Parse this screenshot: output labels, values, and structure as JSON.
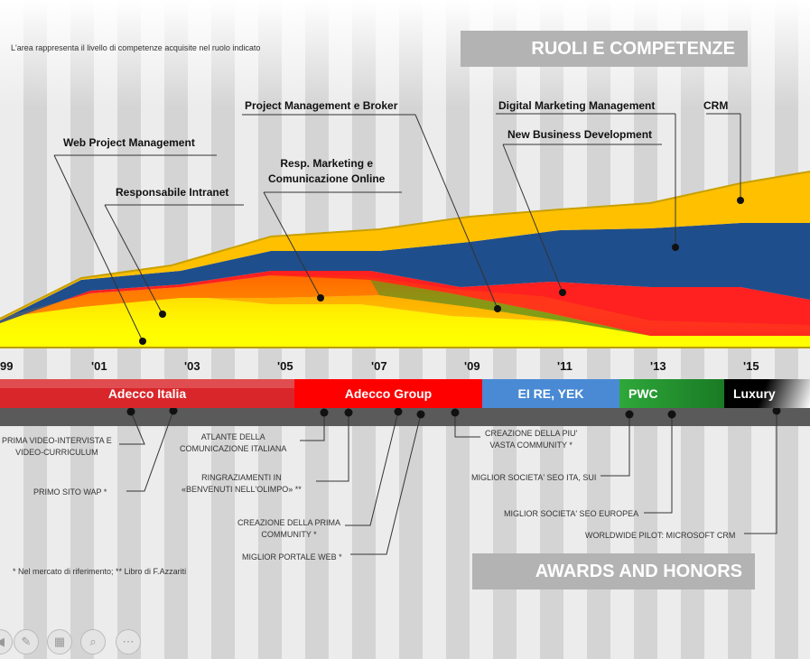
{
  "note_top": "L'area rappresenta il livello di competenze acquisite nel ruolo indicato",
  "title_roles": "RUOLI E COMPETENZE",
  "title_awards": "AWARDS AND HONORS",
  "footnote": "* Nel mercato di riferimento; ** Libro di F.Azzariti",
  "chart_data": {
    "type": "area",
    "x": [
      "1999",
      "2000",
      "2001",
      "2002",
      "2003",
      "2004",
      "2005",
      "2006",
      "2007",
      "2008",
      "2009",
      "2010",
      "2011",
      "2012",
      "2013",
      "2014",
      "2015",
      "2016"
    ],
    "x_tick_labels": [
      "99",
      "'01",
      "'03",
      "'05",
      "'07",
      "'09",
      "'11",
      "'13",
      "'15"
    ],
    "series": [
      {
        "name": "Web Project Management",
        "color": "#ffff00"
      },
      {
        "name": "Responsabile Intranet",
        "color": "#ffc000"
      },
      {
        "name": "Resp. Marketing e Comunicazione Online",
        "color": "#ff8000"
      },
      {
        "name": "Project Management e Broker",
        "color": "#6a9a1a"
      },
      {
        "name": "New Business Development",
        "color": "#ff2020"
      },
      {
        "name": "Digital Marketing Management",
        "color": "#1f4e8c"
      },
      {
        "name": "CRM",
        "color": "#ffc000"
      }
    ],
    "labels": [
      {
        "text": "Web Project Management"
      },
      {
        "text": "Responsabile Intranet"
      },
      {
        "text": "Resp. Marketing e\nComunicazione Online"
      },
      {
        "text": "Project Management e Broker"
      },
      {
        "text": "Digital Marketing Management"
      },
      {
        "text": "CRM"
      },
      {
        "text": "New Business Development"
      }
    ]
  },
  "companies": [
    {
      "name": "Adecco Italia",
      "color": "#d9262a"
    },
    {
      "name": "Adecco Group",
      "color": "#ff0000"
    },
    {
      "name": "EI RE, YEK",
      "color": "#4a8ad4"
    },
    {
      "name": "PWC",
      "color": "#1e8c2a"
    },
    {
      "name": "Luxury",
      "color": "#000000"
    }
  ],
  "awards": [
    {
      "text": "PRIMA VIDEO-INTERVISTA E\nVIDEO-CURRICULUM"
    },
    {
      "text": "PRIMO SITO WAP *"
    },
    {
      "text": "ATLANTE DELLA\nCOMUNICAZIONE ITALIANA"
    },
    {
      "text": "RINGRAZIAMENTI IN\n«BENVENUTI NELL'OLIMPO» **"
    },
    {
      "text": "CREAZIONE DELLA PRIMA\nCOMMUNITY *"
    },
    {
      "text": "MIGLIOR PORTALE WEB *"
    },
    {
      "text": "CREAZIONE DELLA PIU'\nVASTA COMMUNITY *"
    },
    {
      "text": "MIGLIOR SOCIETA' SEO ITA, SUI"
    },
    {
      "text": "MIGLIOR SOCIETA' SEO EUROPEA"
    },
    {
      "text": "WORLDWIDE PILOT: MICROSOFT CRM"
    }
  ],
  "toolbar": {
    "icons": [
      "arrow-icon",
      "pen-icon",
      "slides-icon",
      "zoom-icon",
      "more-icon"
    ]
  }
}
